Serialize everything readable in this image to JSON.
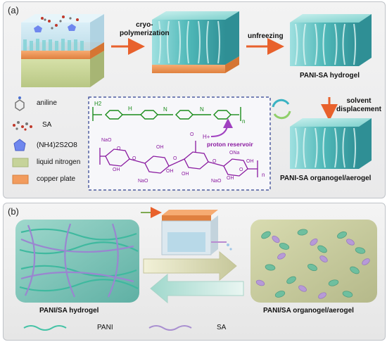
{
  "panel_a": {
    "label": "(a)",
    "step1": "cryo-\npolymerization",
    "step2": "unfreezing",
    "step3": "solvent\ndisplacement",
    "hydrogel": "PANI-SA hydrogel",
    "organogel": "PANI-SA organogel/aerogel",
    "legend": [
      {
        "label": "aniline",
        "icon": "aniline-molecule-icon"
      },
      {
        "label": "SA",
        "icon": "sa-molecule-icon"
      },
      {
        "label": "(NH4)2S2O8",
        "icon": "persulfate-crystal-icon"
      },
      {
        "label": "liquid nitrogen",
        "icon": "liquid-nitrogen-swatch",
        "color": "#c6d39a"
      },
      {
        "label": "copper plate",
        "icon": "copper-plate-swatch",
        "color": "#f29c5e"
      }
    ],
    "chem": {
      "h2": "H2",
      "n": "N",
      "h": "H",
      "n_subscript": "n",
      "h_plus": "H+",
      "proton_reservoir": "proton reservoir",
      "na_labels": [
        "NaO",
        "ONa",
        "NaO",
        "NaO"
      ],
      "oh_labels": [
        "OH",
        "OH",
        "OH",
        "OH",
        "OH",
        "OH"
      ],
      "o_labels": [
        "O",
        "O",
        "O",
        "O",
        "O",
        "O"
      ]
    }
  },
  "panel_b": {
    "label": "(b)",
    "hydrogel": "PANI/SA hydrogel",
    "organogel": "PANI/SA organogel/aerogel",
    "legend": [
      {
        "label": "PANI",
        "color": "#45c3a6"
      },
      {
        "label": "SA",
        "color": "#a98fd0"
      }
    ]
  },
  "colors": {
    "arrow": "#e8612c",
    "pani_green": "#1a8c1a",
    "sa_purple": "#8a1aa0",
    "gel": "#4fb8b8",
    "copper": "#f29c5e"
  }
}
